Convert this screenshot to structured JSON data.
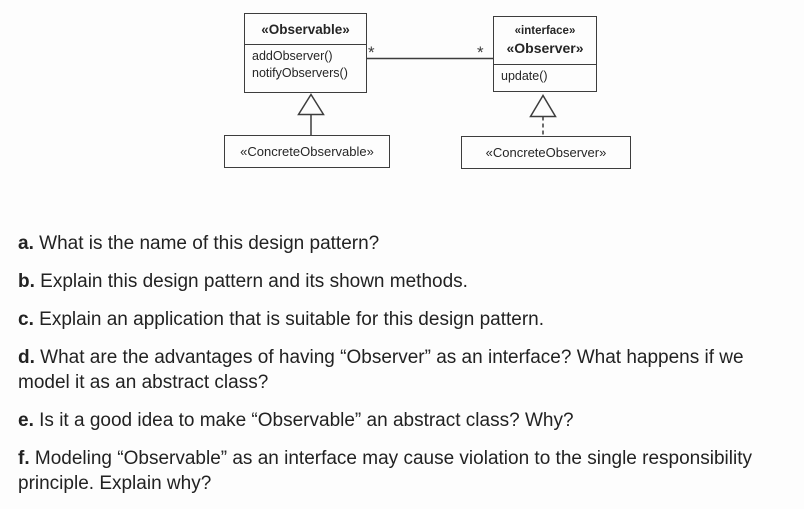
{
  "diagram": {
    "colors": {
      "stroke": "#3d3d3d",
      "text": "#262626"
    },
    "observable": {
      "title": "«Observable»",
      "methods": [
        "addObserver()",
        "notifyObservers()"
      ]
    },
    "observer": {
      "stereotype": "«interface»",
      "title": "«Observer»",
      "methods": [
        "update()"
      ]
    },
    "concrete_observable": {
      "title": "«ConcreteObservable»"
    },
    "concrete_observer": {
      "title": "«ConcreteObserver»"
    },
    "association": {
      "source_multiplicity": "*",
      "target_multiplicity": "*"
    }
  },
  "questions": [
    {
      "label": "a.",
      "lines": [
        "What is the name of this design pattern?"
      ]
    },
    {
      "label": "b.",
      "lines": [
        "Explain this design pattern and its shown methods."
      ]
    },
    {
      "label": "c.",
      "lines": [
        "Explain an application that is suitable for this design pattern."
      ]
    },
    {
      "label": "d.",
      "lines": [
        "What are the advantages of having “Observer” as an interface? What happens if we",
        "model it as an abstract class?"
      ]
    },
    {
      "label": "e.",
      "lines": [
        "Is it a good idea to make “Observable” an abstract class? Why?"
      ]
    },
    {
      "label": "f.",
      "lines": [
        "Modeling “Observable” as an interface may cause violation to the single responsibility",
        "principle. Explain why?"
      ]
    }
  ]
}
